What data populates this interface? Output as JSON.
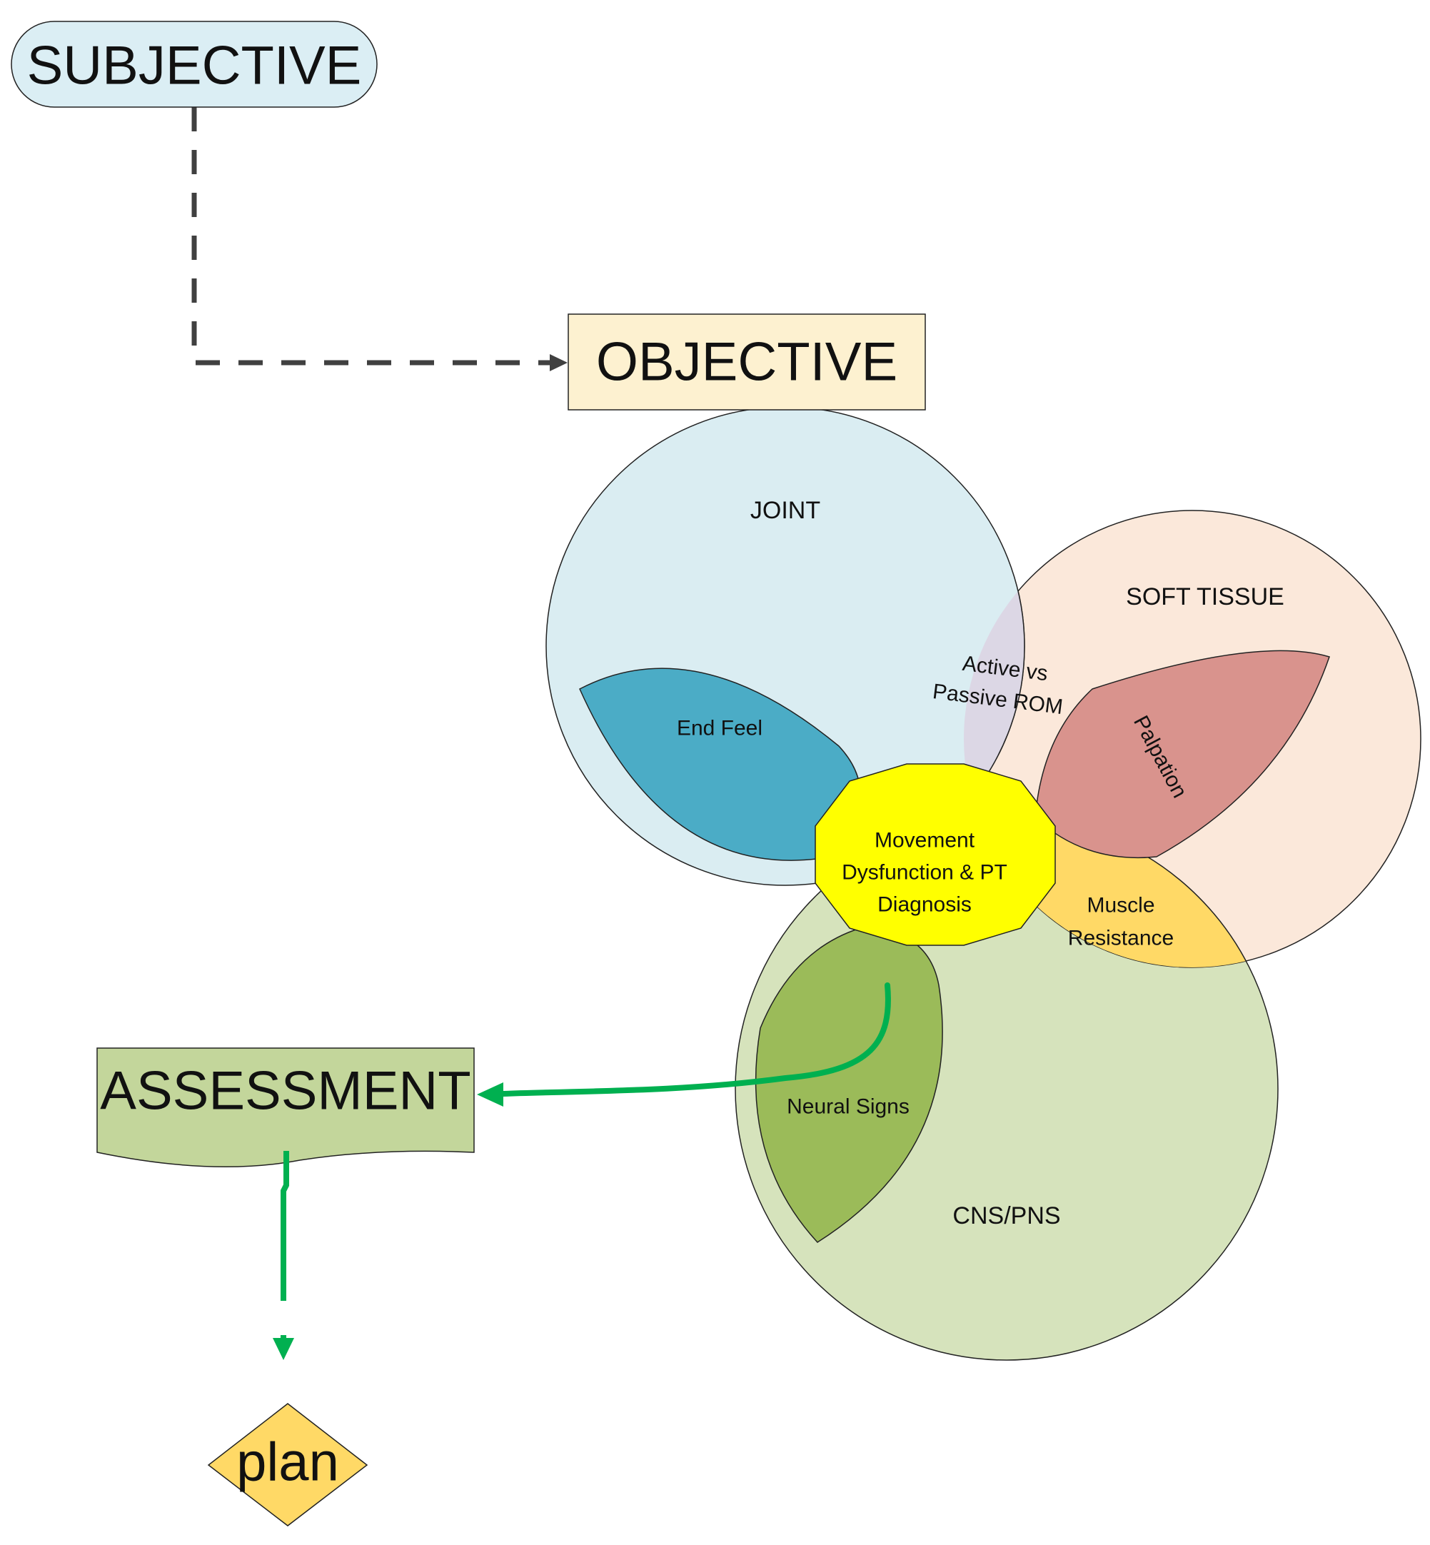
{
  "nodes": {
    "subjective": {
      "label": "SUBJECTIVE"
    },
    "objective": {
      "label": "OBJECTIVE"
    },
    "assessment": {
      "label": "ASSESSMENT"
    },
    "plan": {
      "label": "plan"
    }
  },
  "venn": {
    "joint": "JOINT",
    "soft_tissue": "SOFT TISSUE",
    "cns_pns": "CNS/PNS",
    "end_feel": "End Feel",
    "rom_line1": "Active vs",
    "rom_line2": "Passive ROM",
    "palpation": "Palpation",
    "muscle_line1": "Muscle",
    "muscle_line2": "Resistance",
    "neural": "Neural Signs",
    "center_line1": "Movement",
    "center_line2": "Dysfunction & PT",
    "center_line3": "Diagnosis"
  },
  "colors": {
    "subjective_fill": "#dbeef4",
    "objective_fill": "#fdf1d0",
    "assessment_fill": "#c3d69b",
    "plan_fill": "#ffd966",
    "joint_circle": "#daedf2",
    "soft_tissue_circle": "#fbe8da",
    "cns_circle": "#d6e3bc",
    "end_feel": "#4bacc6",
    "rom": "#dcd7e5",
    "palpation": "#d9938d",
    "muscle": "#ffd966",
    "neural": "#9bbb59",
    "center": "#ffff00",
    "green_arrow": "#00b050",
    "dashed_arrow": "#404040"
  }
}
